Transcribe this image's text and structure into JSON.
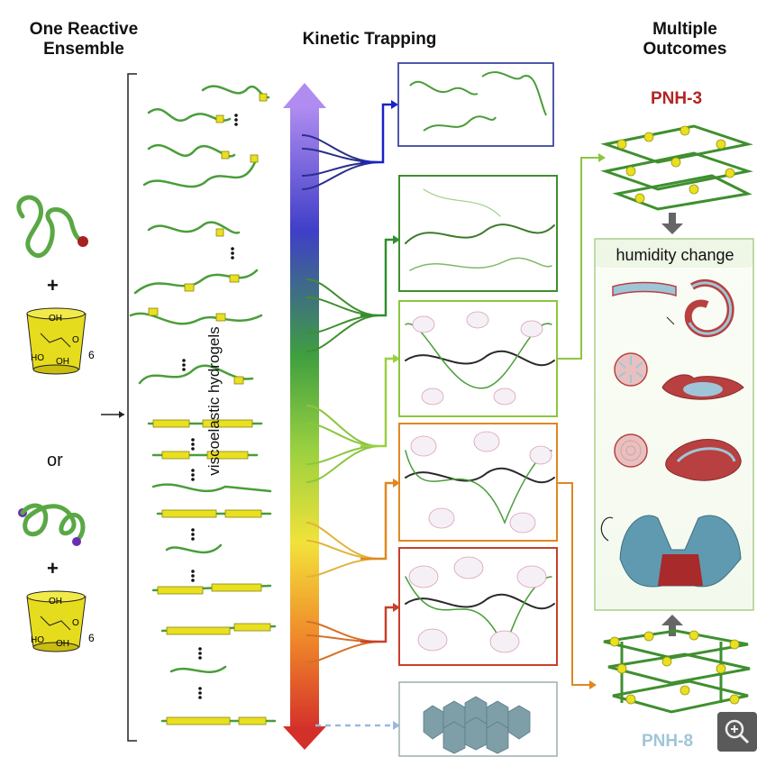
{
  "headers": {
    "left": "One Reactive\nEnsemble",
    "middle": "Kinetic Trapping",
    "right": "Multiple\nOutcomes"
  },
  "labels": {
    "plus_1": "+",
    "plus_2": "+",
    "or": "or",
    "viscoelastic": "viscoelastic hydrogels",
    "pnh3": "PNH-3",
    "pnh8": "PNH-8",
    "humidity": "humidity change",
    "cd_oh_top": "OH",
    "cd_ho": "HO",
    "cd_oh_bottom": "OH",
    "cd_o": "O",
    "cd_n": "6"
  },
  "colors": {
    "box_blue": "#3b47a0",
    "box_green_dark": "#3f8f2f",
    "box_green_light": "#8cc63f",
    "box_orange": "#e0871f",
    "box_red": "#c7402a",
    "box_gray": "#9ab0ad",
    "strand_green": "#4a9d3a",
    "cd_yellow": "#e8e020",
    "pnh3_red": "#b32424",
    "pnh8_blue": "#9fc6d8",
    "humidity_border": "#a9cf8a"
  },
  "icons": [
    "zoom-in-icon"
  ]
}
